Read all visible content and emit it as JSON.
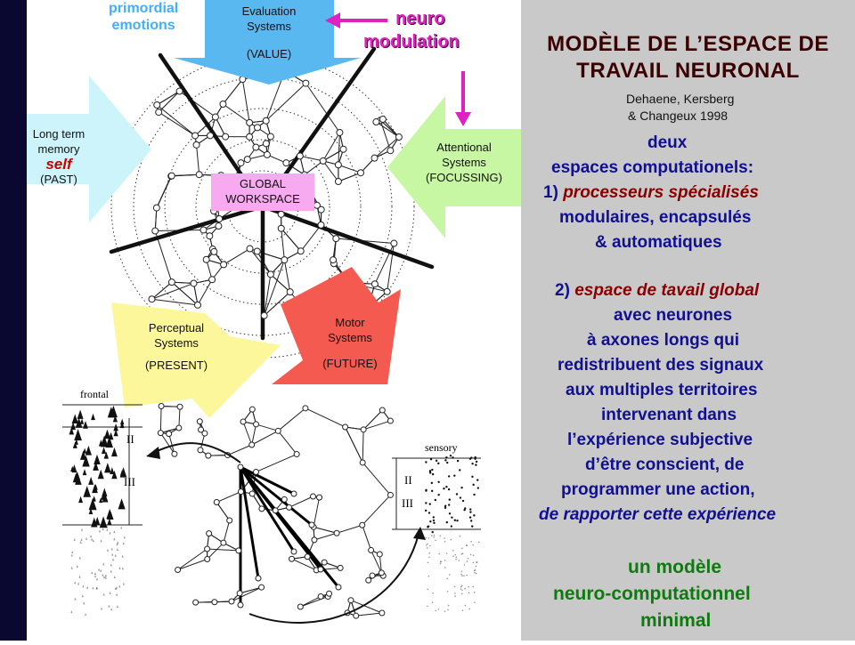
{
  "diagram": {
    "top_left_label": [
      "primordial",
      "emotions"
    ],
    "neuro_modulation": [
      "neuro",
      "modulation"
    ],
    "evaluation": [
      "Evaluation",
      "Systems",
      "(VALUE)"
    ],
    "long_term": [
      "Long term",
      "memory",
      "self",
      "(PAST)"
    ],
    "attentional": [
      "Attentional",
      "Systems",
      "(FOCUSSING)"
    ],
    "global": [
      "GLOBAL",
      "WORKSPACE"
    ],
    "perceptual": [
      "Perceptual",
      "Systems",
      "(PRESENT)"
    ],
    "motor": [
      "Motor",
      "Systems",
      "(FUTURE)"
    ],
    "frontal_label": "frontal",
    "sensory_label": "sensory",
    "layer_II": "II",
    "layer_III": "III",
    "colors": {
      "evaluation": "#5ab8f0",
      "long_term": "#cdf4fb",
      "attentional": "#c8f7a4",
      "perceptual": "#fbf79a",
      "motor": "#f45a50",
      "global": "#f8aaf0",
      "magenta": "#e020c0"
    }
  },
  "panel": {
    "title_1": "MODÈLE DE L’ESPACE DE",
    "title_2": "TRAVAIL NEURONAL",
    "authors_1": "Dehaene, Kersberg",
    "authors_2": "& Changeux 1998",
    "p1_1": "deux",
    "p1_2": "espaces computationels:",
    "p1_3_num": "1) ",
    "p1_3_it": "processeurs spécialisés",
    "p1_4": "modulaires, encapsulés",
    "p1_5": "& automatiques",
    "p2_1_num": "2) ",
    "p2_1_it": "espace de tavail global",
    "p2_2": "avec neurones",
    "p2_3": "à axones longs qui",
    "p2_4": "redistribuent des signaux",
    "p2_5": "aux multiples territoires",
    "p2_6": "intervenant dans",
    "p2_7": "l’expérience subjective",
    "p2_8": "d’être conscient, de",
    "p2_9": "programmer une action,",
    "p2_10": "de rapporter cette expérience",
    "g1": "un modèle",
    "g2": "neuro-computationnel",
    "g3": "minimal"
  }
}
